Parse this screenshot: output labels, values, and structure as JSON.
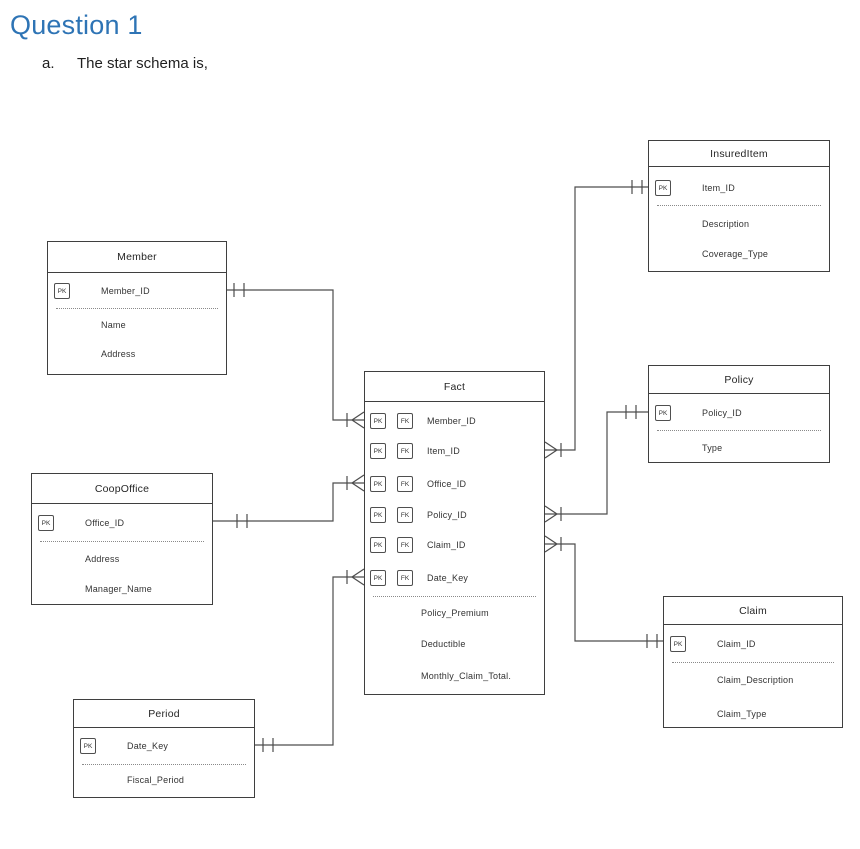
{
  "page": {
    "heading": "Question 1",
    "item_marker": "a.",
    "item_text": "The star schema is,"
  },
  "badges": {
    "pk": "PK",
    "fk": "FK"
  },
  "entities": [
    {
      "id": "member",
      "title": "Member",
      "keys": [
        "Member_ID"
      ],
      "attributes": [
        "Name",
        "Address"
      ]
    },
    {
      "id": "coopoffice",
      "title": "CoopOffice",
      "keys": [
        "Office_ID"
      ],
      "attributes": [
        "Address",
        "Manager_Name"
      ]
    },
    {
      "id": "period",
      "title": "Period",
      "keys": [
        "Date_Key"
      ],
      "attributes": [
        "Fiscal_Period"
      ]
    },
    {
      "id": "fact",
      "title": "Fact",
      "keys": [
        "Member_ID",
        "Item_ID",
        "Office_ID",
        "Policy_ID",
        "Claim_ID",
        "Date_Key"
      ],
      "attributes": [
        "Policy_Premium",
        "Deductible",
        "Monthly_Claim_Total."
      ]
    },
    {
      "id": "insureditem",
      "title": "InsuredItem",
      "keys": [
        "Item_ID"
      ],
      "attributes": [
        "Description",
        "Coverage_Type"
      ]
    },
    {
      "id": "policy",
      "title": "Policy",
      "keys": [
        "Policy_ID"
      ],
      "attributes": [
        "Type"
      ]
    },
    {
      "id": "claim",
      "title": "Claim",
      "keys": [
        "Claim_ID"
      ],
      "attributes": [
        "Claim_Description",
        "Claim_Type"
      ]
    }
  ],
  "relationships": [
    {
      "from": "Member",
      "to": "Fact",
      "via": "Member_ID",
      "from_cardinality": "one and only one",
      "to_cardinality": "one or many"
    },
    {
      "from": "CoopOffice",
      "to": "Fact",
      "via": "Office_ID",
      "from_cardinality": "one and only one",
      "to_cardinality": "one or many"
    },
    {
      "from": "Period",
      "to": "Fact",
      "via": "Date_Key",
      "from_cardinality": "one and only one",
      "to_cardinality": "one or many"
    },
    {
      "from": "InsuredItem",
      "to": "Fact",
      "via": "Item_ID",
      "from_cardinality": "one and only one",
      "to_cardinality": "one or many"
    },
    {
      "from": "Policy",
      "to": "Fact",
      "via": "Policy_ID",
      "from_cardinality": "one and only one",
      "to_cardinality": "one or many"
    },
    {
      "from": "Claim",
      "to": "Fact",
      "via": "Claim_ID",
      "from_cardinality": "one and only one",
      "to_cardinality": "one or many"
    }
  ],
  "colors": {
    "heading_blue": "#2E74B5",
    "line_gray": "#4d4d4d",
    "text_dark": "#333333",
    "background": "#ffffff"
  }
}
